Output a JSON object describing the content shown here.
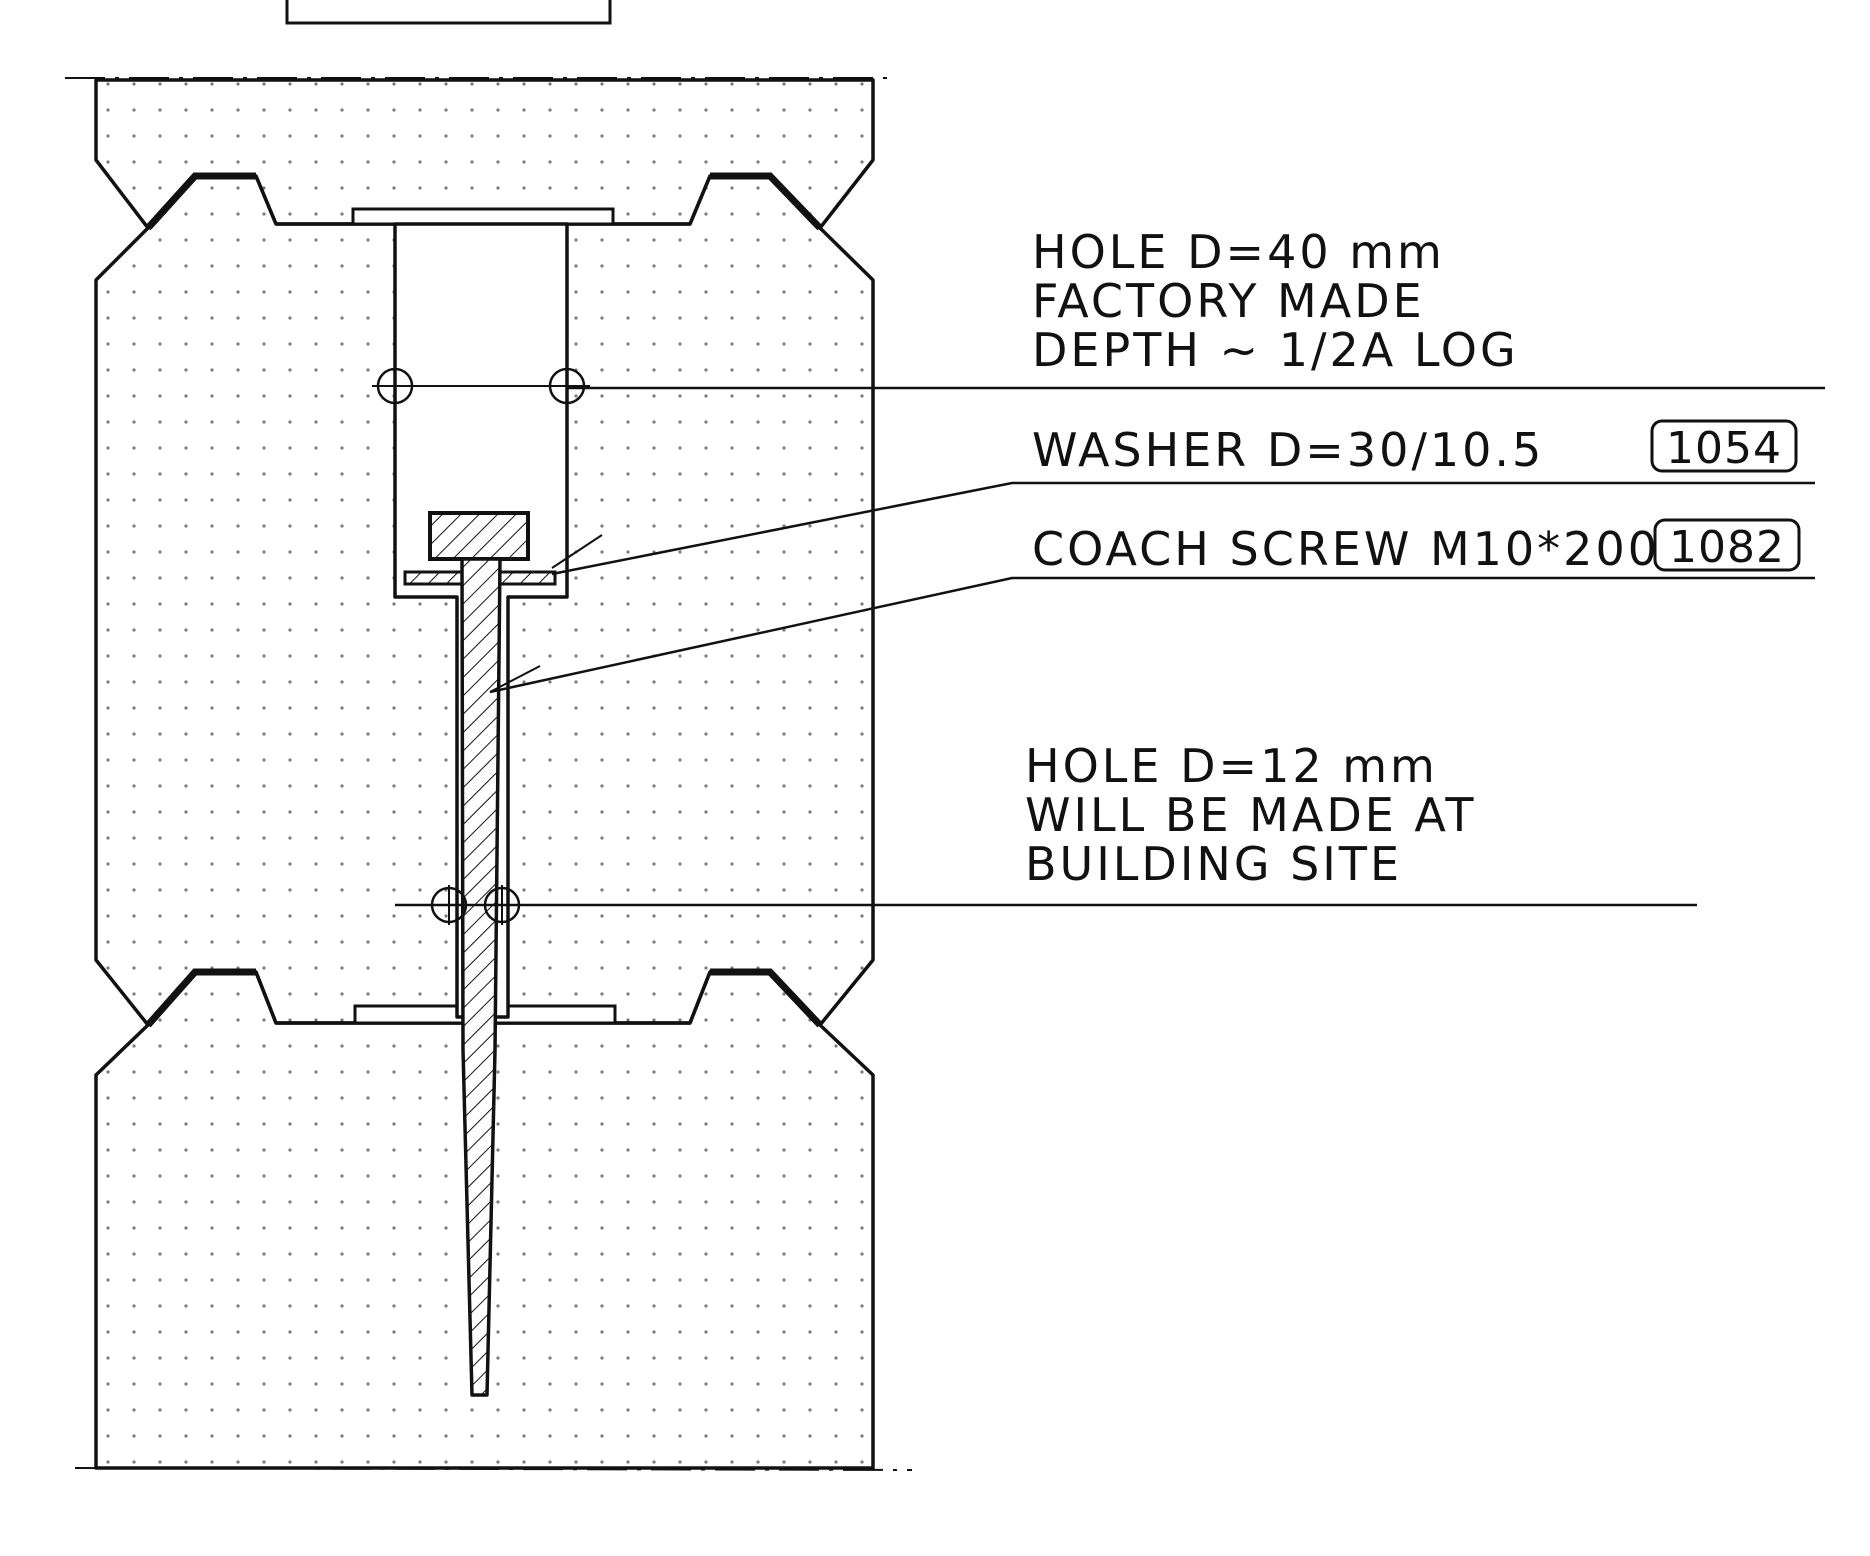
{
  "labels": {
    "hole40": {
      "line1": "HOLE D=40 mm",
      "line2": "FACTORY MADE",
      "line3": "DEPTH ~ 1/2A LOG"
    },
    "washer": {
      "text": "WASHER D=30/10.5",
      "ref": "1054"
    },
    "screw": {
      "text": "COACH SCREW M10*200",
      "ref": "1082"
    },
    "hole12": {
      "line1": "HOLE D=12 mm",
      "line2": "WILL BE MADE AT",
      "line3": "BUILDING SITE"
    }
  },
  "colors": {
    "ink": "#111111",
    "dots": "#7a7a7a",
    "paper": "#ffffff"
  }
}
